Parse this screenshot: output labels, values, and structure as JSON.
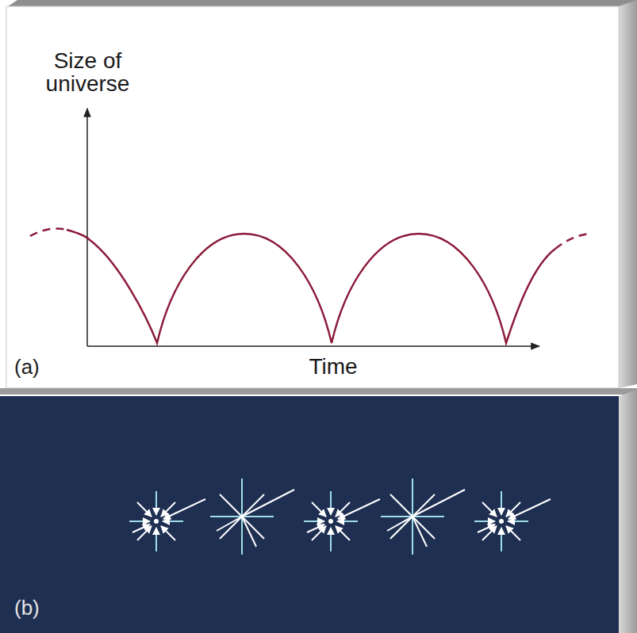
{
  "diagram": {
    "labels": [
      "Size of universe",
      "Time",
      "(a)",
      "(b)"
    ]
  }
}
